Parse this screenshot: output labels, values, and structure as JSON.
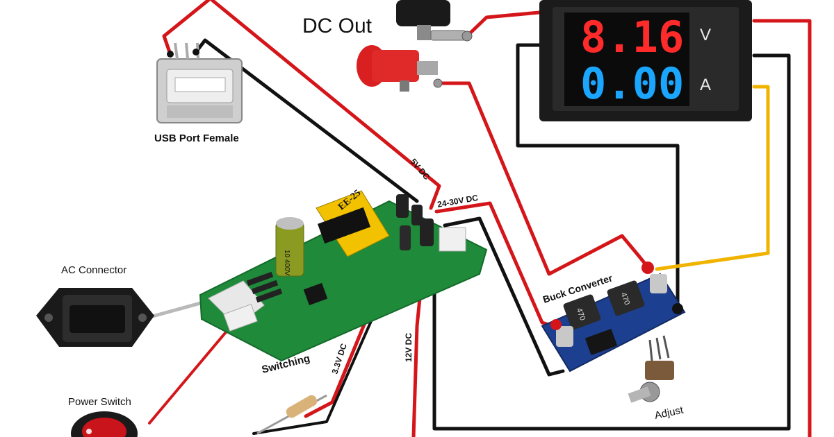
{
  "labels": {
    "dc_out": "DC Out",
    "usb_port": "USB Port Female",
    "ac_connector": "AC Connector",
    "power_switch": "Power Switch",
    "switching": "Switching",
    "buck_converter": "Buck Converter",
    "adjust": "Adjust",
    "v5": "5V DC",
    "v24_30": "24-30V DC",
    "v12": "12V DC",
    "v3_3": "3.3V DC"
  },
  "meter": {
    "voltage_reading": "8.16",
    "voltage_unit": "V",
    "current_reading": "0.00",
    "current_unit": "A"
  },
  "board_markings": {
    "transformer": "EE-25",
    "inductor_left": "470",
    "inductor_right": "470",
    "capacitor": "10 400V"
  },
  "colors": {
    "wire_red": "#d4161a",
    "wire_black": "#111111",
    "wire_yellow": "#f0b400",
    "pcb_green": "#1f8a3a",
    "pcb_blue": "#1d3f8f",
    "meter_red": "#ff2a2a",
    "meter_blue": "#1aa6ff"
  }
}
